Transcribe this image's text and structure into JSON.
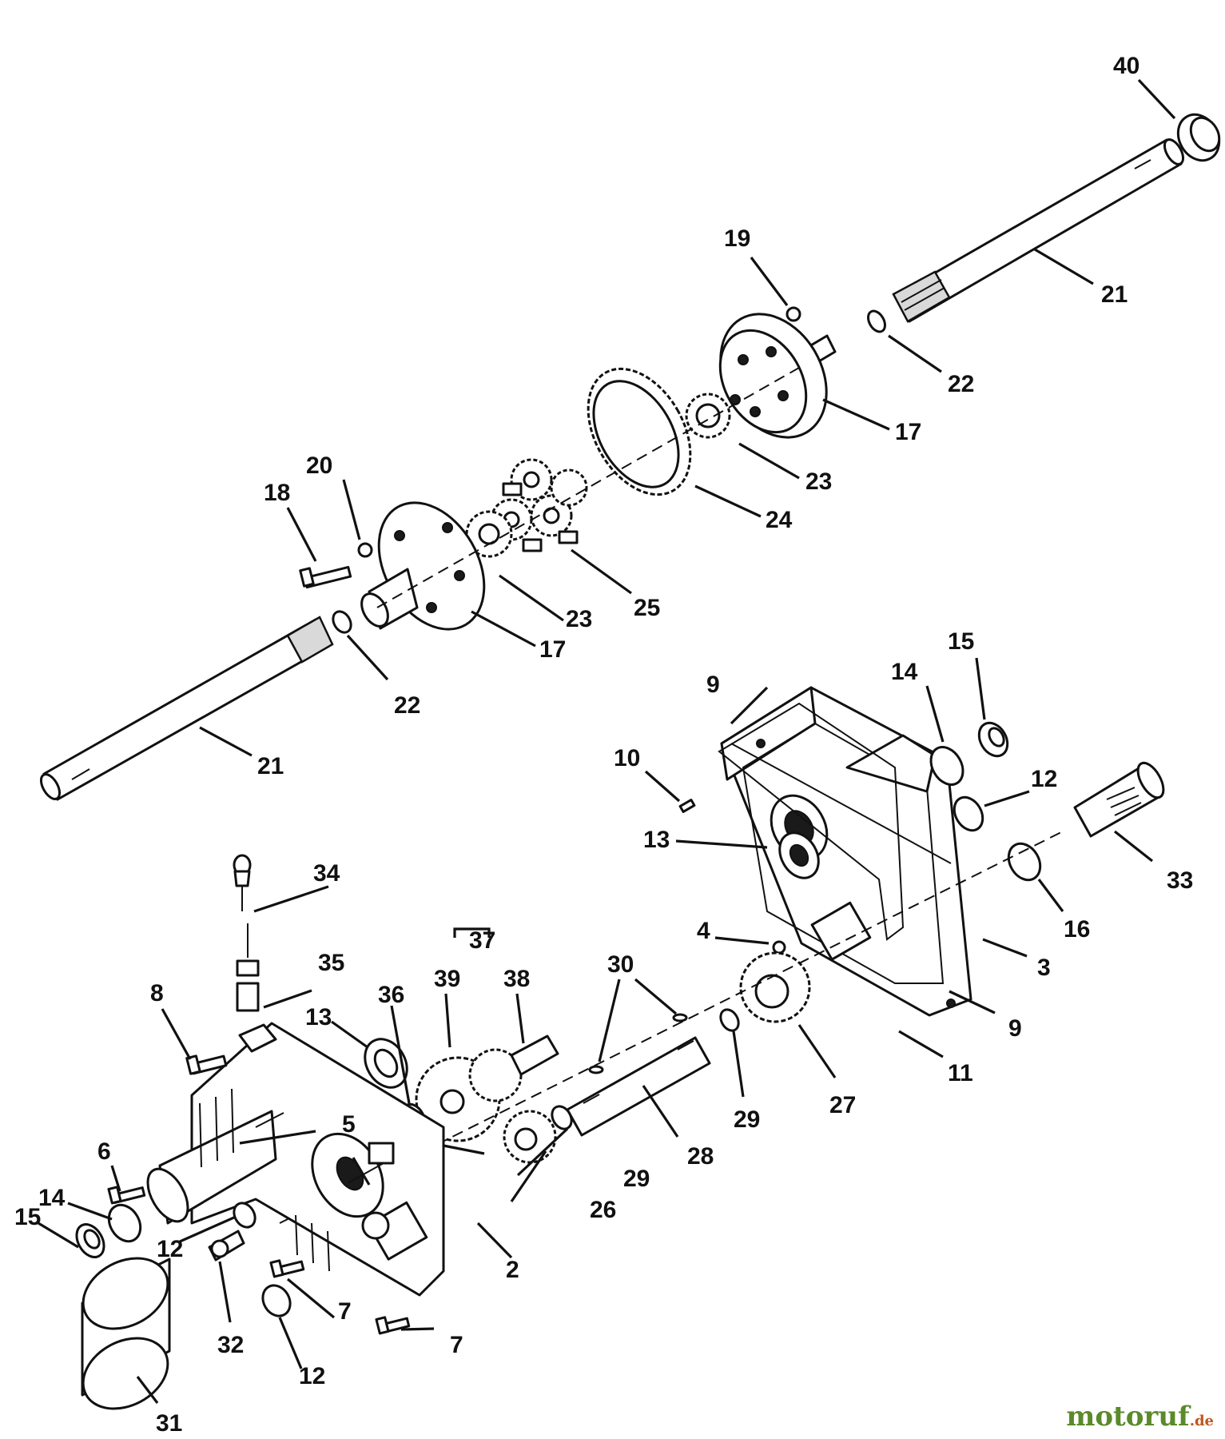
{
  "figure": {
    "callouts": {
      "c40": "40",
      "c19": "19",
      "c21a": "21",
      "c22a": "22",
      "c17a": "17",
      "c23a": "23",
      "c24": "24",
      "c20": "20",
      "c18": "18",
      "c25": "25",
      "c23b": "23",
      "c17b": "17",
      "c22b": "22",
      "c21b": "21",
      "c15a": "15",
      "c14a": "14",
      "c9a": "9",
      "c10": "10",
      "c12a": "12",
      "c13a": "13",
      "c33": "33",
      "c16": "16",
      "c3": "3",
      "c4": "4",
      "c9b": "9",
      "c11": "11",
      "c34": "34",
      "c35": "35",
      "c8": "8",
      "c13b": "13",
      "c36": "36",
      "c37": "37",
      "c39": "39",
      "c38": "38",
      "c30": "30",
      "c5": "5",
      "c6": "6",
      "c14b": "14",
      "c15b": "15",
      "c12b": "12",
      "c2": "2",
      "c29a": "29",
      "c27": "27",
      "c28": "28",
      "c29b": "29",
      "c26": "26",
      "c7a": "7",
      "c7b": "7",
      "c32": "32",
      "c12c": "12",
      "c31": "31"
    }
  },
  "watermark": {
    "main": "motoruf",
    "tld": ".de"
  }
}
